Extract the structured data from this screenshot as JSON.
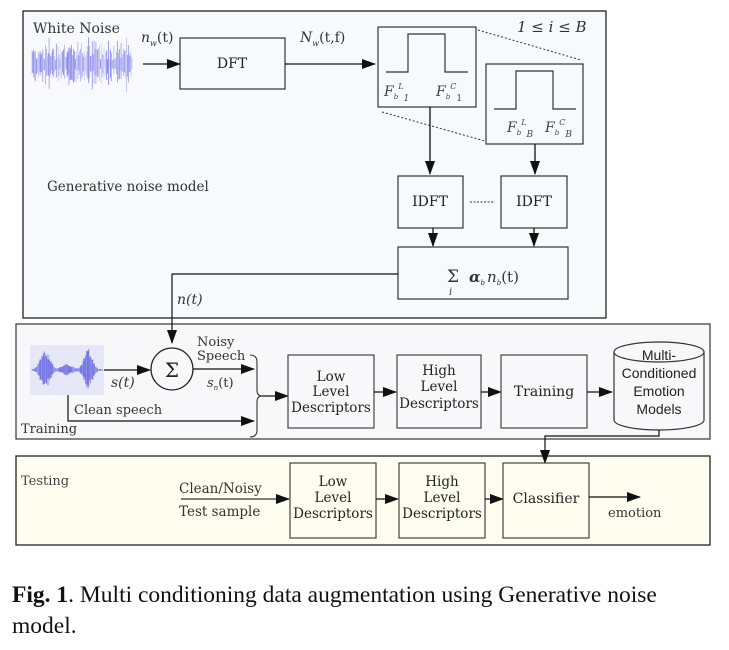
{
  "colors": {
    "gen_panel_bg": "#f8f9fd",
    "train_panel_bg": "#f8f8fb",
    "test_panel_bg": "#fdfdf0",
    "waveform": "#5a5ae0",
    "waveform_bg": "#e6e8f8",
    "stroke": "#333333"
  },
  "generative_panel": {
    "title": "Generative noise model",
    "white_noise_label": "White Noise",
    "nw_t": "n",
    "nw_t_sub": "w",
    "nw_t_arg": "(t)",
    "Nw_tf": "N",
    "Nw_tf_sub": "w",
    "Nw_tf_arg": "(t,f)",
    "dft_label": "DFT",
    "range_label": "1 ≤ i ≤ B",
    "filter1": {
      "left": "F",
      "left_sup": "L",
      "left_sub": "b",
      "left_idx": "1",
      "right": "F",
      "right_sup": "C",
      "right_sub": "b",
      "right_idx": "1"
    },
    "filterB": {
      "left": "F",
      "left_sup": "L",
      "left_sub": "b",
      "left_idx": "B",
      "right": "F",
      "right_sup": "C",
      "right_sub": "b",
      "right_idx": "B"
    },
    "idft1_label": "IDFT",
    "idftB_label": "IDFT",
    "sum_symbol": "Σ",
    "sum_index": "i",
    "sum_expr_alpha": "α",
    "sum_expr_sub1": "b",
    "sum_expr_n": "n",
    "sum_expr_sub2": "b",
    "sum_expr_arg": "(t)",
    "output_label": "n(t)"
  },
  "training_panel": {
    "title": "Training",
    "mixer_symbol": "Σ",
    "s_t": "s(t)",
    "sn_t": "s",
    "sn_t_sub": "n",
    "sn_t_arg": "(t)",
    "noisy_speech": [
      "Noisy",
      "Speech"
    ],
    "clean_speech": "Clean speech",
    "lld": [
      "Low",
      "Level",
      "Descriptors"
    ],
    "hld": [
      "High",
      "Level",
      "Descriptors"
    ],
    "training_block": "Training",
    "models": [
      "Multi-",
      "Conditioned",
      "Emotion",
      "Models"
    ]
  },
  "testing_panel": {
    "title": "Testing",
    "input_top": "Clean/Noisy",
    "input_bottom": "Test sample",
    "lld": [
      "Low",
      "Level",
      "Descriptors"
    ],
    "hld": [
      "High",
      "Level",
      "Descriptors"
    ],
    "classifier": "Classifier",
    "output": "emotion"
  },
  "caption": {
    "label": "Fig. 1",
    "text": ". Multi conditioning data augmentation using Generative noise model."
  }
}
